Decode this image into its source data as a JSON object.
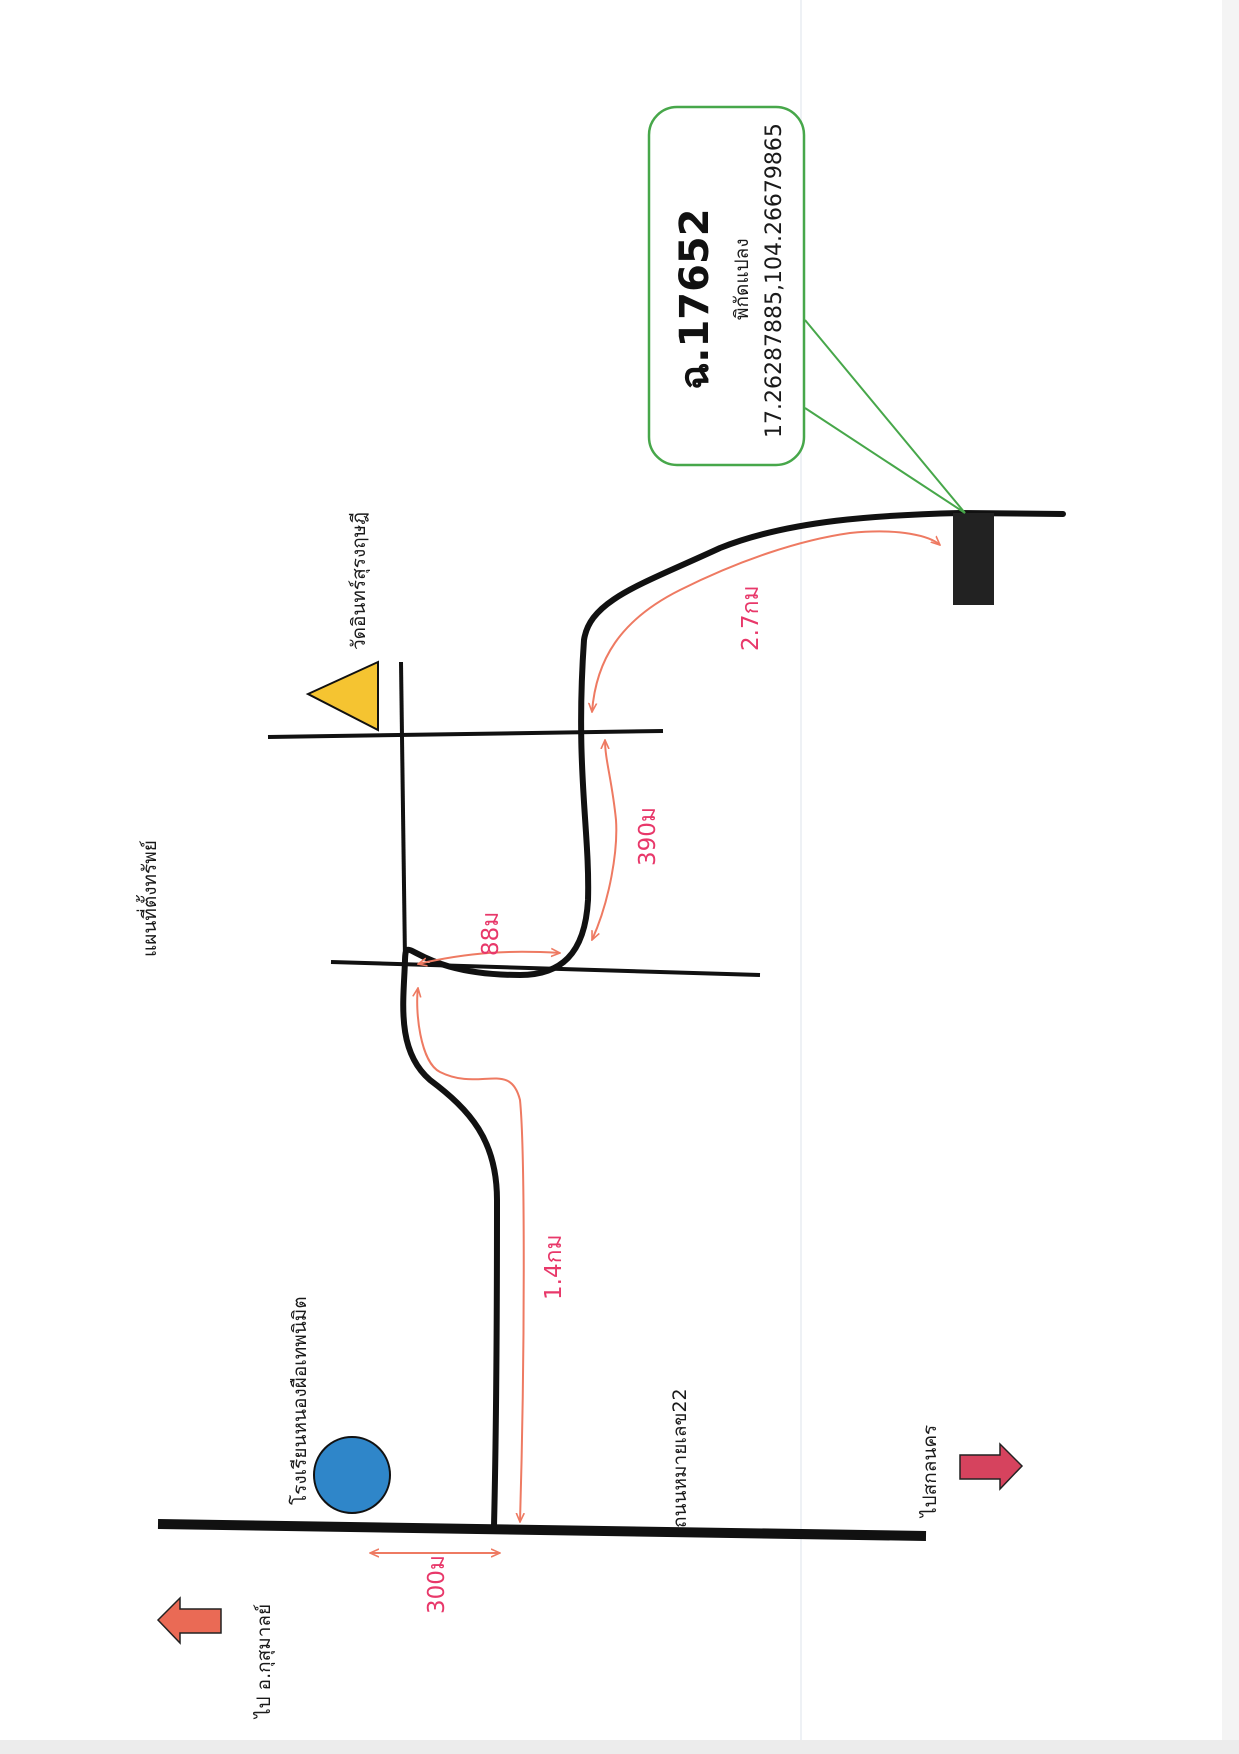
{
  "map": {
    "title": "แผนที่ตั้งทรัพย์",
    "deed": {
      "number": "ฉ.17652",
      "coords_label": "พิกัดแปลง",
      "coords": "17.26287885,104.26679865"
    },
    "landmarks": {
      "school": "โรงเรียนหนองผือเทพนิมิต",
      "temple": "วัดอินทร์สุรงฤษฎี"
    },
    "road_name": "ถนนหมายเลข22",
    "directions": {
      "to_kumphawapi": "ไป อ.กุสุมาลย์",
      "to_sakon": "ไปสกลนคร"
    },
    "distances": {
      "d300": "300ม",
      "d1_4": "1.4กม",
      "d88": "88ม",
      "d390": "390ม",
      "d2_7": "2.7กม"
    },
    "colors": {
      "road": "#111111",
      "distance_arrow": "#ee7a62",
      "distance_text": "#e8386a",
      "school_marker": "#2f86c9",
      "temple_marker": "#f5c431",
      "callout_border": "#47a74a",
      "direction_arrow_left": "#ea6a55",
      "direction_arrow_right": "#d6435e"
    }
  }
}
